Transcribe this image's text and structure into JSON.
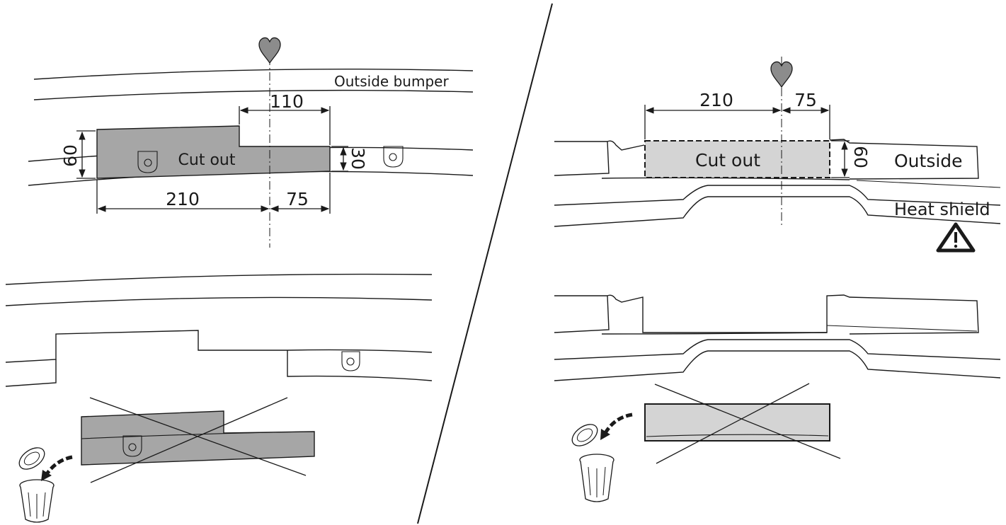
{
  "left_panel": {
    "outside_bumper_label": "Outside bumper",
    "cut_out_label": "Cut out",
    "dim_top": "110",
    "dim_left_height": "60",
    "dim_right_height": "30",
    "dim_bottom_left": "210",
    "dim_bottom_right": "75"
  },
  "right_panel": {
    "cut_out_label": "Cut out",
    "dim_left": "210",
    "dim_right": "75",
    "dim_height": "60",
    "outside_label": "Outside",
    "heat_shield_label": "Heat shield"
  },
  "icons": [
    "heart-icon",
    "warning-icon",
    "trash-bin-icon",
    "cross-out-mark",
    "arrow-icon"
  ],
  "colors": {
    "part_fill": "#a6a6a6",
    "cut_fill": "#d4d4d4",
    "heart_fill": "#8c8c8c",
    "line": "#1a1a1a"
  }
}
